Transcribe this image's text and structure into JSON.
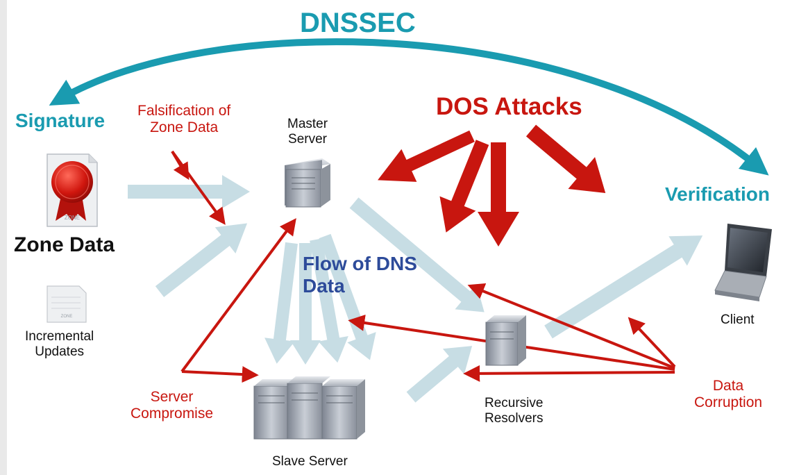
{
  "title": "DNSSEC",
  "labels": {
    "signature": "Signature",
    "verification": "Verification",
    "dos_attacks": "DOS Attacks",
    "flow_line1": "Flow of DNS",
    "flow_line2": "Data",
    "falsification_line1": "Falsification of",
    "falsification_line2": "Zone Data",
    "master_line1": "Master",
    "master_line2": "Server",
    "zone_data": "Zone Data",
    "incremental_line1": "Incremental",
    "incremental_line2": "Updates",
    "server_comp_line1": "Server",
    "server_comp_line2": "Compromise",
    "slave_server": "Slave Server",
    "recursive_line1": "Recursive",
    "recursive_line2": "Resolvers",
    "client": "Client",
    "data_corr_line1": "Data",
    "data_corr_line2": "Corruption",
    "zone_doc_label": "ZONE",
    "zone_small_label": "ZONE"
  },
  "colors": {
    "teal": "#1a9bb0",
    "red": "#c8160f",
    "flow_arrow": "#c7dde4",
    "blue": "#2d4b9a"
  }
}
